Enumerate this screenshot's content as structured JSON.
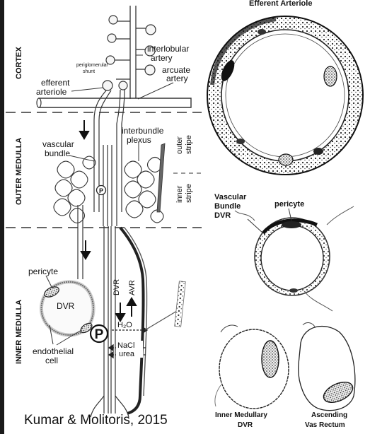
{
  "zones": {
    "cortex": "CORTEX",
    "outer_medulla": "OUTER MEDULLA",
    "inner_medulla": "INNER MEDULLA",
    "outer_stripe_1": "outer",
    "outer_stripe_2": "stripe",
    "inner_stripe_1": "inner",
    "inner_stripe_2": "stripe"
  },
  "labels": {
    "interlobular_1": "interlobular",
    "interlobular_2": "artery",
    "periglomerular_1": "periglomerular",
    "periglomerular_2": "shunt",
    "efferent_1": "efferent",
    "efferent_2": "arteriole",
    "arcuate_1": "arcuate",
    "arcuate_2": "artery",
    "vascular_1": "vascular",
    "vascular_2": "bundle",
    "interbundle_1": "interbundle",
    "interbundle_2": "plexus",
    "p_marker": "P",
    "pericyte": "pericyte",
    "dvr_inset": "DVR",
    "endothelial_1": "endothelial",
    "endothelial_2": "cell",
    "dvr_vessel": "DVR",
    "avr_vessel": "AVR",
    "h2o": "H₂O",
    "nacl": "NaCl",
    "urea": "urea"
  },
  "micrographs": {
    "efferent_title": "Efferent Arteriole",
    "bundle_1": "Vascular",
    "bundle_2": "Bundle",
    "bundle_3": "DVR",
    "bundle_pericyte": "pericyte",
    "imdvr_1": "Inner Medullary",
    "imdvr_2": "DVR",
    "avr_1": "Ascending",
    "avr_2": "Vas Rectum"
  },
  "caption": "Kumar & Molitoris, 2015"
}
